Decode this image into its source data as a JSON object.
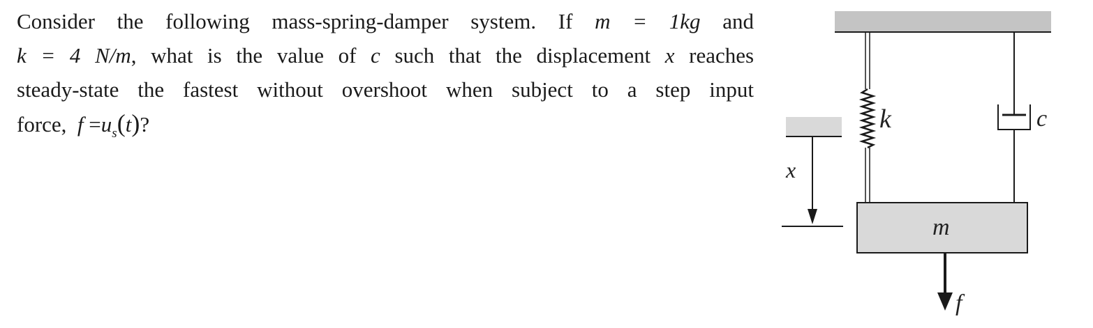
{
  "question": {
    "line1": {
      "text": "Consider the following mass-spring-damper system. If",
      "m_expr": "m = 1kg",
      "tail": "and"
    },
    "line2": {
      "k_expr": "k = 4 N/m",
      "text": ", what is the value of",
      "c_sym": "c",
      "text2": "such that the displacement",
      "x_sym": "x",
      "tail": "reaches"
    },
    "line3": {
      "text": "steady-state the fastest without overshoot when subject to a step input"
    },
    "line4": {
      "text": "force,",
      "f_sym": "f",
      "eq": "=",
      "u_sym": "u",
      "u_sub": "s",
      "t_sym": "t",
      "tail": "?"
    }
  },
  "diagram": {
    "spring_label": "k",
    "damper_label": "c",
    "mass_label": "m",
    "displacement_label": "x",
    "force_label": "f",
    "colors": {
      "fill_gray": "#d9d9d9",
      "ceiling_gray": "#c4c4c4",
      "stroke": "#1a1a1a"
    }
  }
}
